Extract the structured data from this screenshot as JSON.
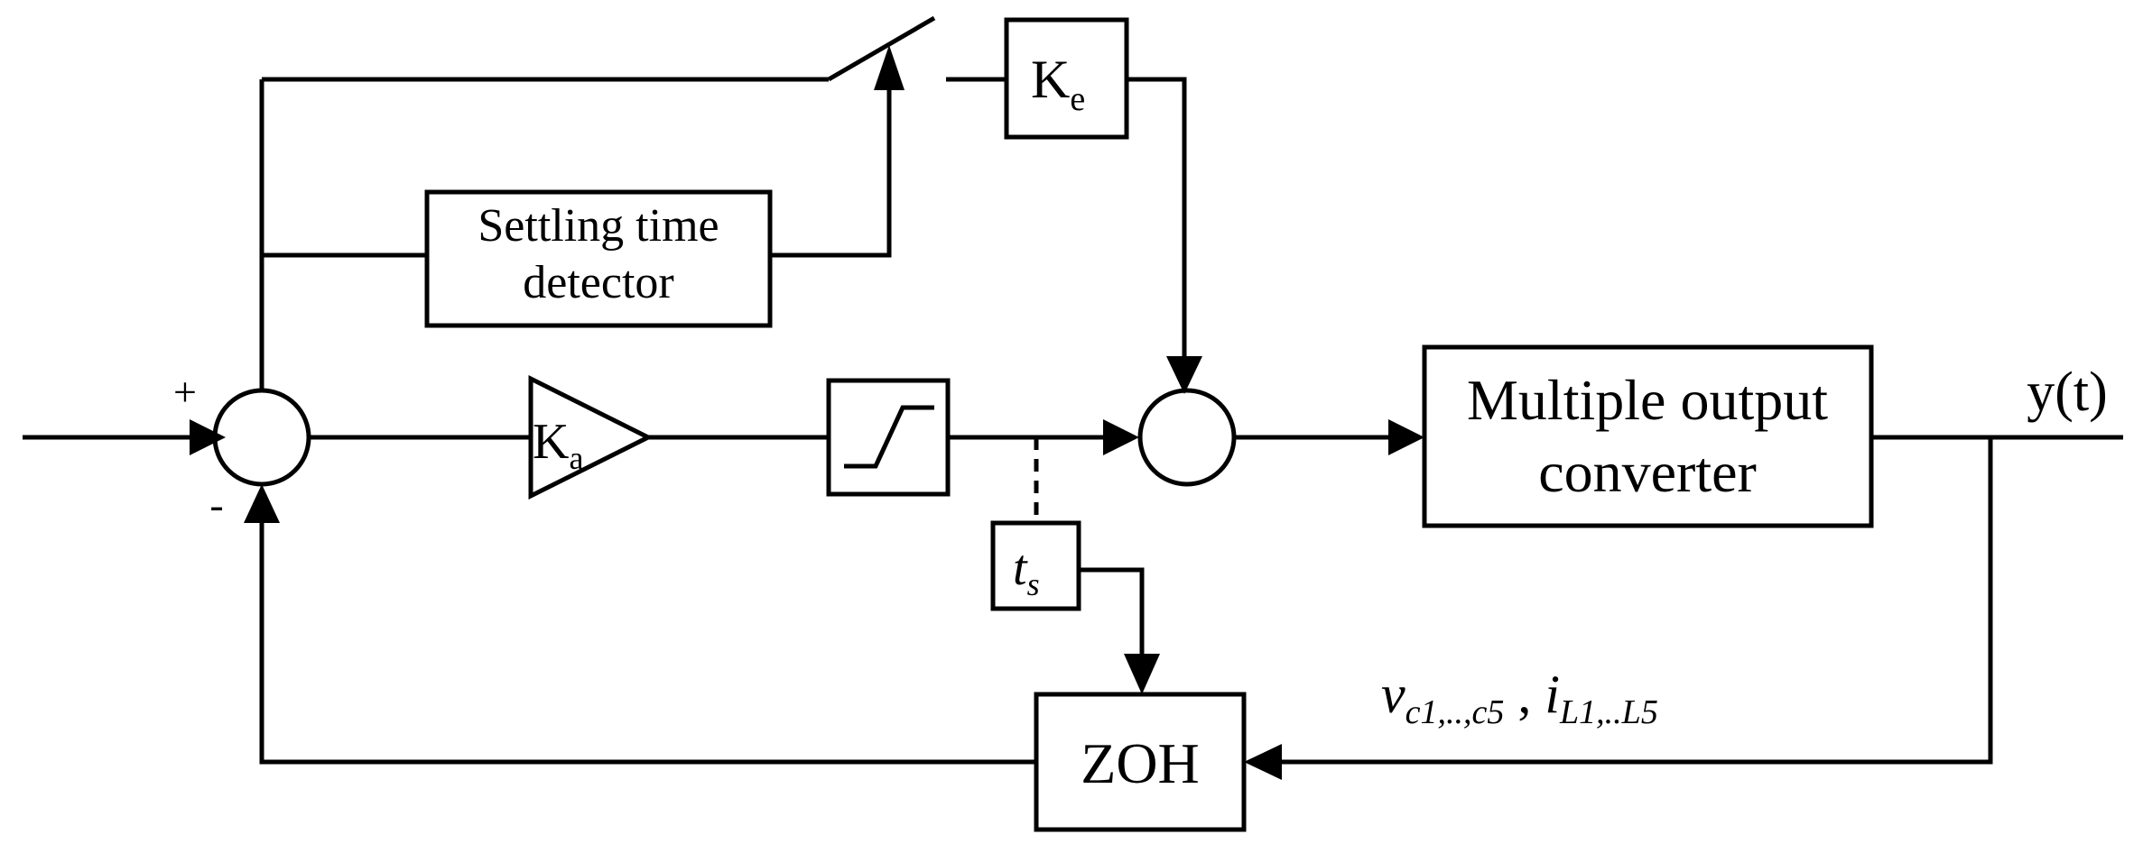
{
  "blocks": {
    "settling_detector": {
      "line1": "Settling time",
      "line2": "detector"
    },
    "ke": {
      "main": "K",
      "sub": "e"
    },
    "ka": {
      "main": "K",
      "sub": "a"
    },
    "converter": {
      "line1": "Multiple output",
      "line2": "converter"
    },
    "ts": {
      "main": "t",
      "sub": "s"
    },
    "zoh": {
      "label": "ZOH"
    }
  },
  "signs": {
    "plus": "+",
    "minus": "-"
  },
  "labels": {
    "output": "y(t)",
    "feedback": {
      "v": "v",
      "v_sub": "c1,..,c5",
      "sep": " , ",
      "i": "i",
      "i_sub": "L1,..L5"
    }
  },
  "colors": {
    "stroke": "#000000",
    "background": "#ffffff"
  }
}
